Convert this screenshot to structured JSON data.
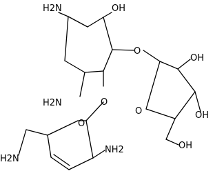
{
  "structure": {
    "labels": {
      "nh2_ring_top": "H2N",
      "oh_ring_top": "OH",
      "nh2_ring_left": "H2N",
      "o_glycosidic_right": "O",
      "o_glycosidic_down": "O",
      "oh_furanose_upper": "OH",
      "oh_furanose_lower": "OH",
      "o_furanose_ring": "O",
      "oh_hydroxymethyl": "OH",
      "o_pyran_ring": "O",
      "nh2_pyran": "NH2",
      "nh2_aminomethyl": "H2N"
    },
    "colors": {
      "bond": "#000000",
      "text": "#000000",
      "background": "#ffffff"
    }
  }
}
